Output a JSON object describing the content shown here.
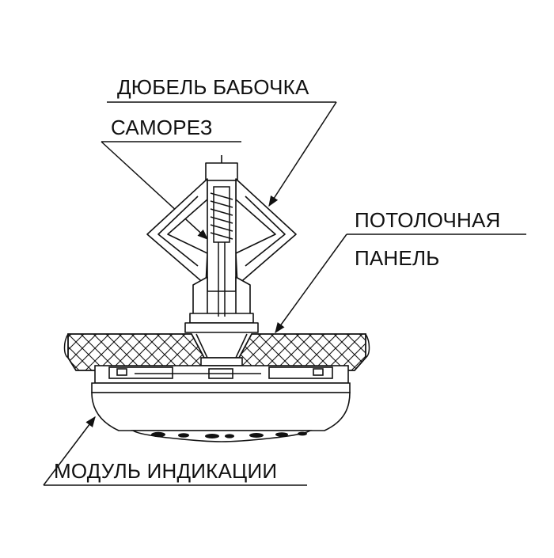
{
  "labels": {
    "butterfly_anchor": "ДЮБЕЛЬ БАБОЧКА",
    "screw": "САМОРЕЗ",
    "ceiling_panel_line1": "ПОТОЛОЧНАЯ",
    "ceiling_panel_line2": "ПАНЕЛЬ",
    "indication_module": "МОДУЛЬ ИНДИКАЦИИ"
  },
  "colors": {
    "line": "#111111",
    "background": "#ffffff"
  }
}
